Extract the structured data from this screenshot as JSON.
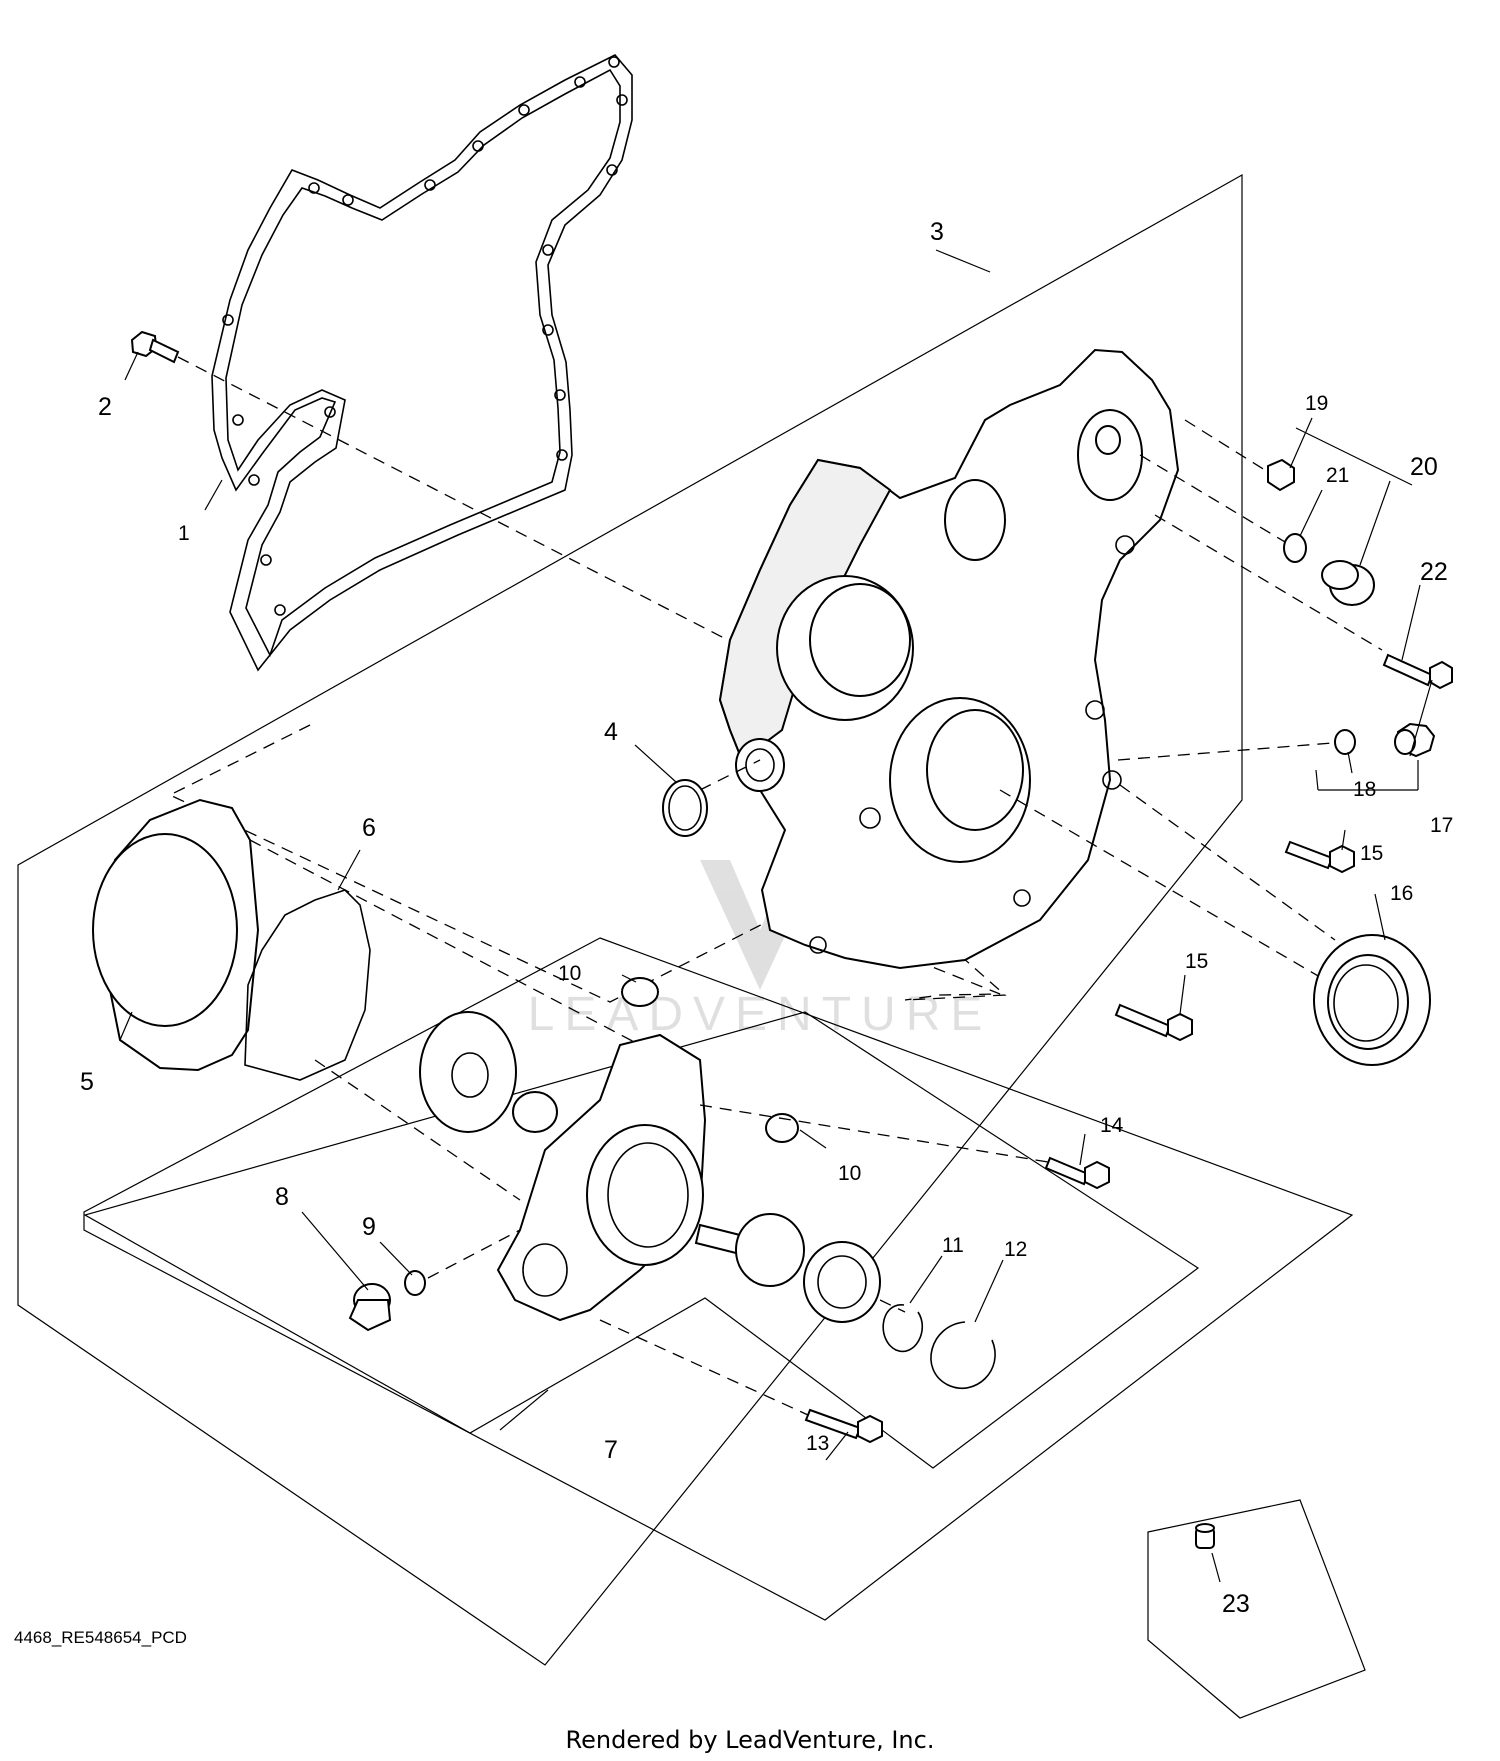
{
  "callouts": {
    "c1": "1",
    "c2": "2",
    "c3": "3",
    "c4": "4",
    "c5": "5",
    "c6": "6",
    "c7": "7",
    "c8": "8",
    "c9": "9",
    "c10a": "10",
    "c10b": "10",
    "c11": "11",
    "c12": "12",
    "c13": "13",
    "c14": "14",
    "c15a": "15",
    "c15b": "15",
    "c16": "16",
    "c17": "17",
    "c18": "18",
    "c19": "19",
    "c20": "20",
    "c21": "21",
    "c22": "22",
    "c23": "23"
  },
  "watermark": "LEADVENTURE",
  "footer": {
    "diagram_code": "4468_RE548654_PCD",
    "rendered_by": "Rendered by LeadVenture, Inc."
  }
}
